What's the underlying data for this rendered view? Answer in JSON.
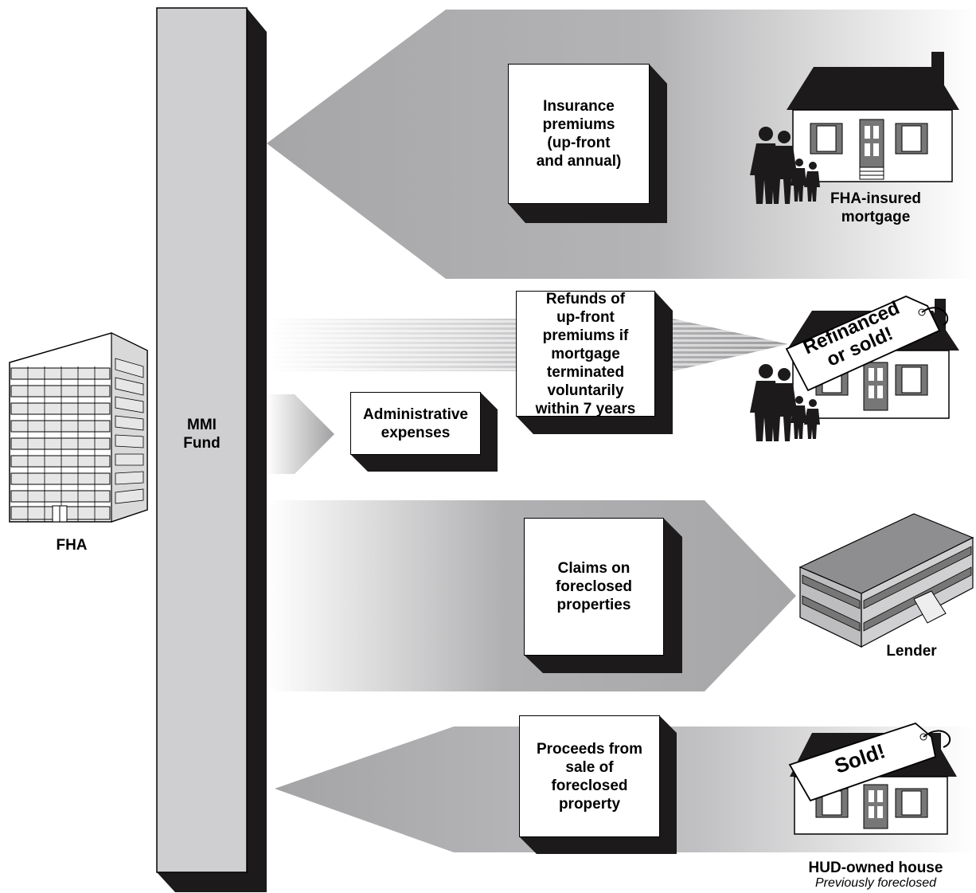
{
  "fund": {
    "label": "MMI\nFund"
  },
  "fha": {
    "label": "FHA"
  },
  "flows": {
    "premiums": "Insurance\npremiums\n(up-front\nand annual)",
    "refunds": "Refunds of\nup-front\npremiums if\nmortgage\nterminated\nvoluntarily\nwithin 7 years",
    "admin": "Administrative\nexpenses",
    "claims": "Claims on\nforeclosed\nproperties",
    "proceeds": "Proceeds from\nsale of\nforeclosed\nproperty"
  },
  "parties": {
    "insured": "FHA-insured\nmortgage",
    "refinanced_tag": "Refinanced\nor sold!",
    "lender": "Lender",
    "hud_house": "HUD-owned house",
    "hud_note": "Previously foreclosed",
    "sold_tag": "Sold!"
  },
  "colors": {
    "arrow_gray": "#a8a8aa",
    "pillar": "#cfcfd1",
    "shadow": "#1c1a1b"
  }
}
